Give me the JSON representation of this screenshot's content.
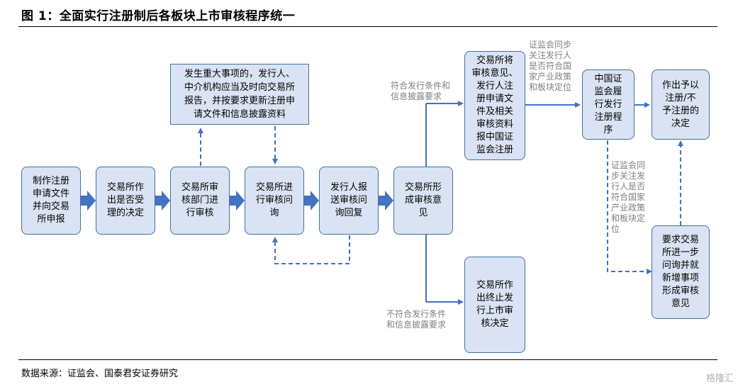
{
  "title": "图 1：全面实行注册制后各板块上市审核程序统一",
  "source": "数据来源：证监会、国泰君安证券研究",
  "watermark": "格隆汇",
  "boxes": {
    "b1": "制作注册\n申请文件\n并向交易\n所申报",
    "b2": "交易所作\n出是否受\n理的决定",
    "b3": "交易所审\n核部门进\n行审核",
    "b4": "交易所进\n行审核问\n询",
    "b5": "发行人报\n送审核问\n询回复",
    "b6": "交易所形\n成审核意\n见",
    "top": "发生重大事项的，发行人、\n中介机构应当及时向交易所\n报告，并按要求更新注册申\n请文件和信息披露资料",
    "b7": "交易所将\n审核意见、\n发行人注\n册申请文\n件及相关\n审核资料\n报中国证\n监会注册",
    "b8": "交易所作\n出终止发\n行上市审\n核决定",
    "b9": "中国证\n监会履\n行发行\n注册程\n序",
    "b10": "作出予以\n注册/不\n予注册的\n决定",
    "b11": "要求交易\n所进一步\n问询并就\n新增事项\n形成审核\n意见"
  },
  "labels": {
    "l1": "符合发行条件和\n信息披露要求",
    "l2": "不符合发行条件\n和信息披露要求",
    "l3": "证监会同步\n关注发行人\n是否符合国\n家产业政策\n和板块定位",
    "l4": "证监会同\n步关注发\n行人是否\n符合国家\n产业政策\n和板块定\n位"
  }
}
